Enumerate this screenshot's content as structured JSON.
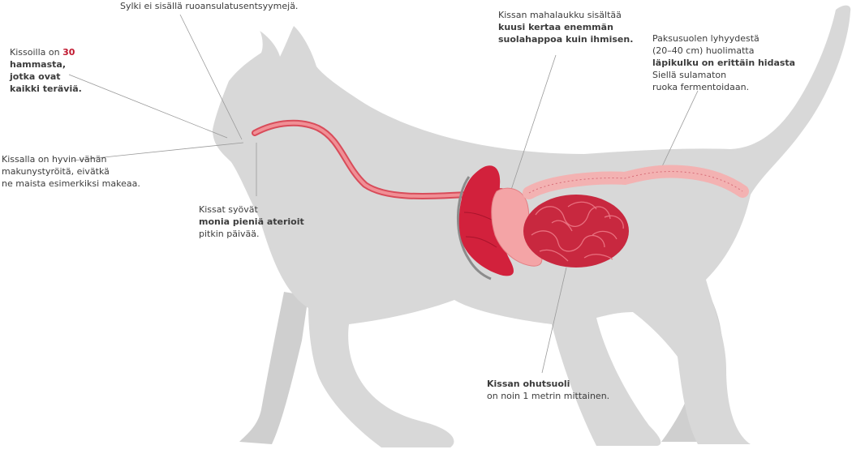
{
  "colors": {
    "body": "#d8d8d8",
    "esophagus": "#eb8e8e",
    "liver": "#d2213c",
    "stomach": "#f4a4a6",
    "intestine": "#c8283f",
    "colon": "#f3b2b2",
    "accent": "#c0172e",
    "leader": "#9a9a9a"
  },
  "labels": {
    "saliva": {
      "line1": "Sylki ei sisällä ruoansulatusentsyymejä."
    },
    "teeth": {
      "part1": "Kissoilla on ",
      "number": "30",
      "line2": "hammasta,",
      "line3": "jotka ovat",
      "line4": "kaikki teräviä."
    },
    "taste": {
      "line1": "Kissalla on hyvin vähän",
      "line2": "makunystyröitä, eivätkä",
      "line3": "ne maista esimerkiksi makeaa."
    },
    "meals": {
      "line1": "Kissat syövät",
      "line2": "monia pieniä aterioit",
      "line3": "pitkin päivää."
    },
    "stomach": {
      "line1": "Kissan mahalaukku sisältää",
      "line2": "kuusi kertaa enemmän",
      "line3": "suolahappoa kuin ihmisen."
    },
    "colon": {
      "line1": "Paksusuolen lyhyydestä",
      "line2": "(20–40 cm) huolimatta",
      "line3": "läpikulku on erittäin hidasta",
      "line4": "Siellä sulamaton",
      "line5": "ruoka fermentoidaan."
    },
    "small_intestine": {
      "line1": "Kissan ohutsuoli",
      "line2": "on noin 1 metrin mittainen."
    }
  }
}
